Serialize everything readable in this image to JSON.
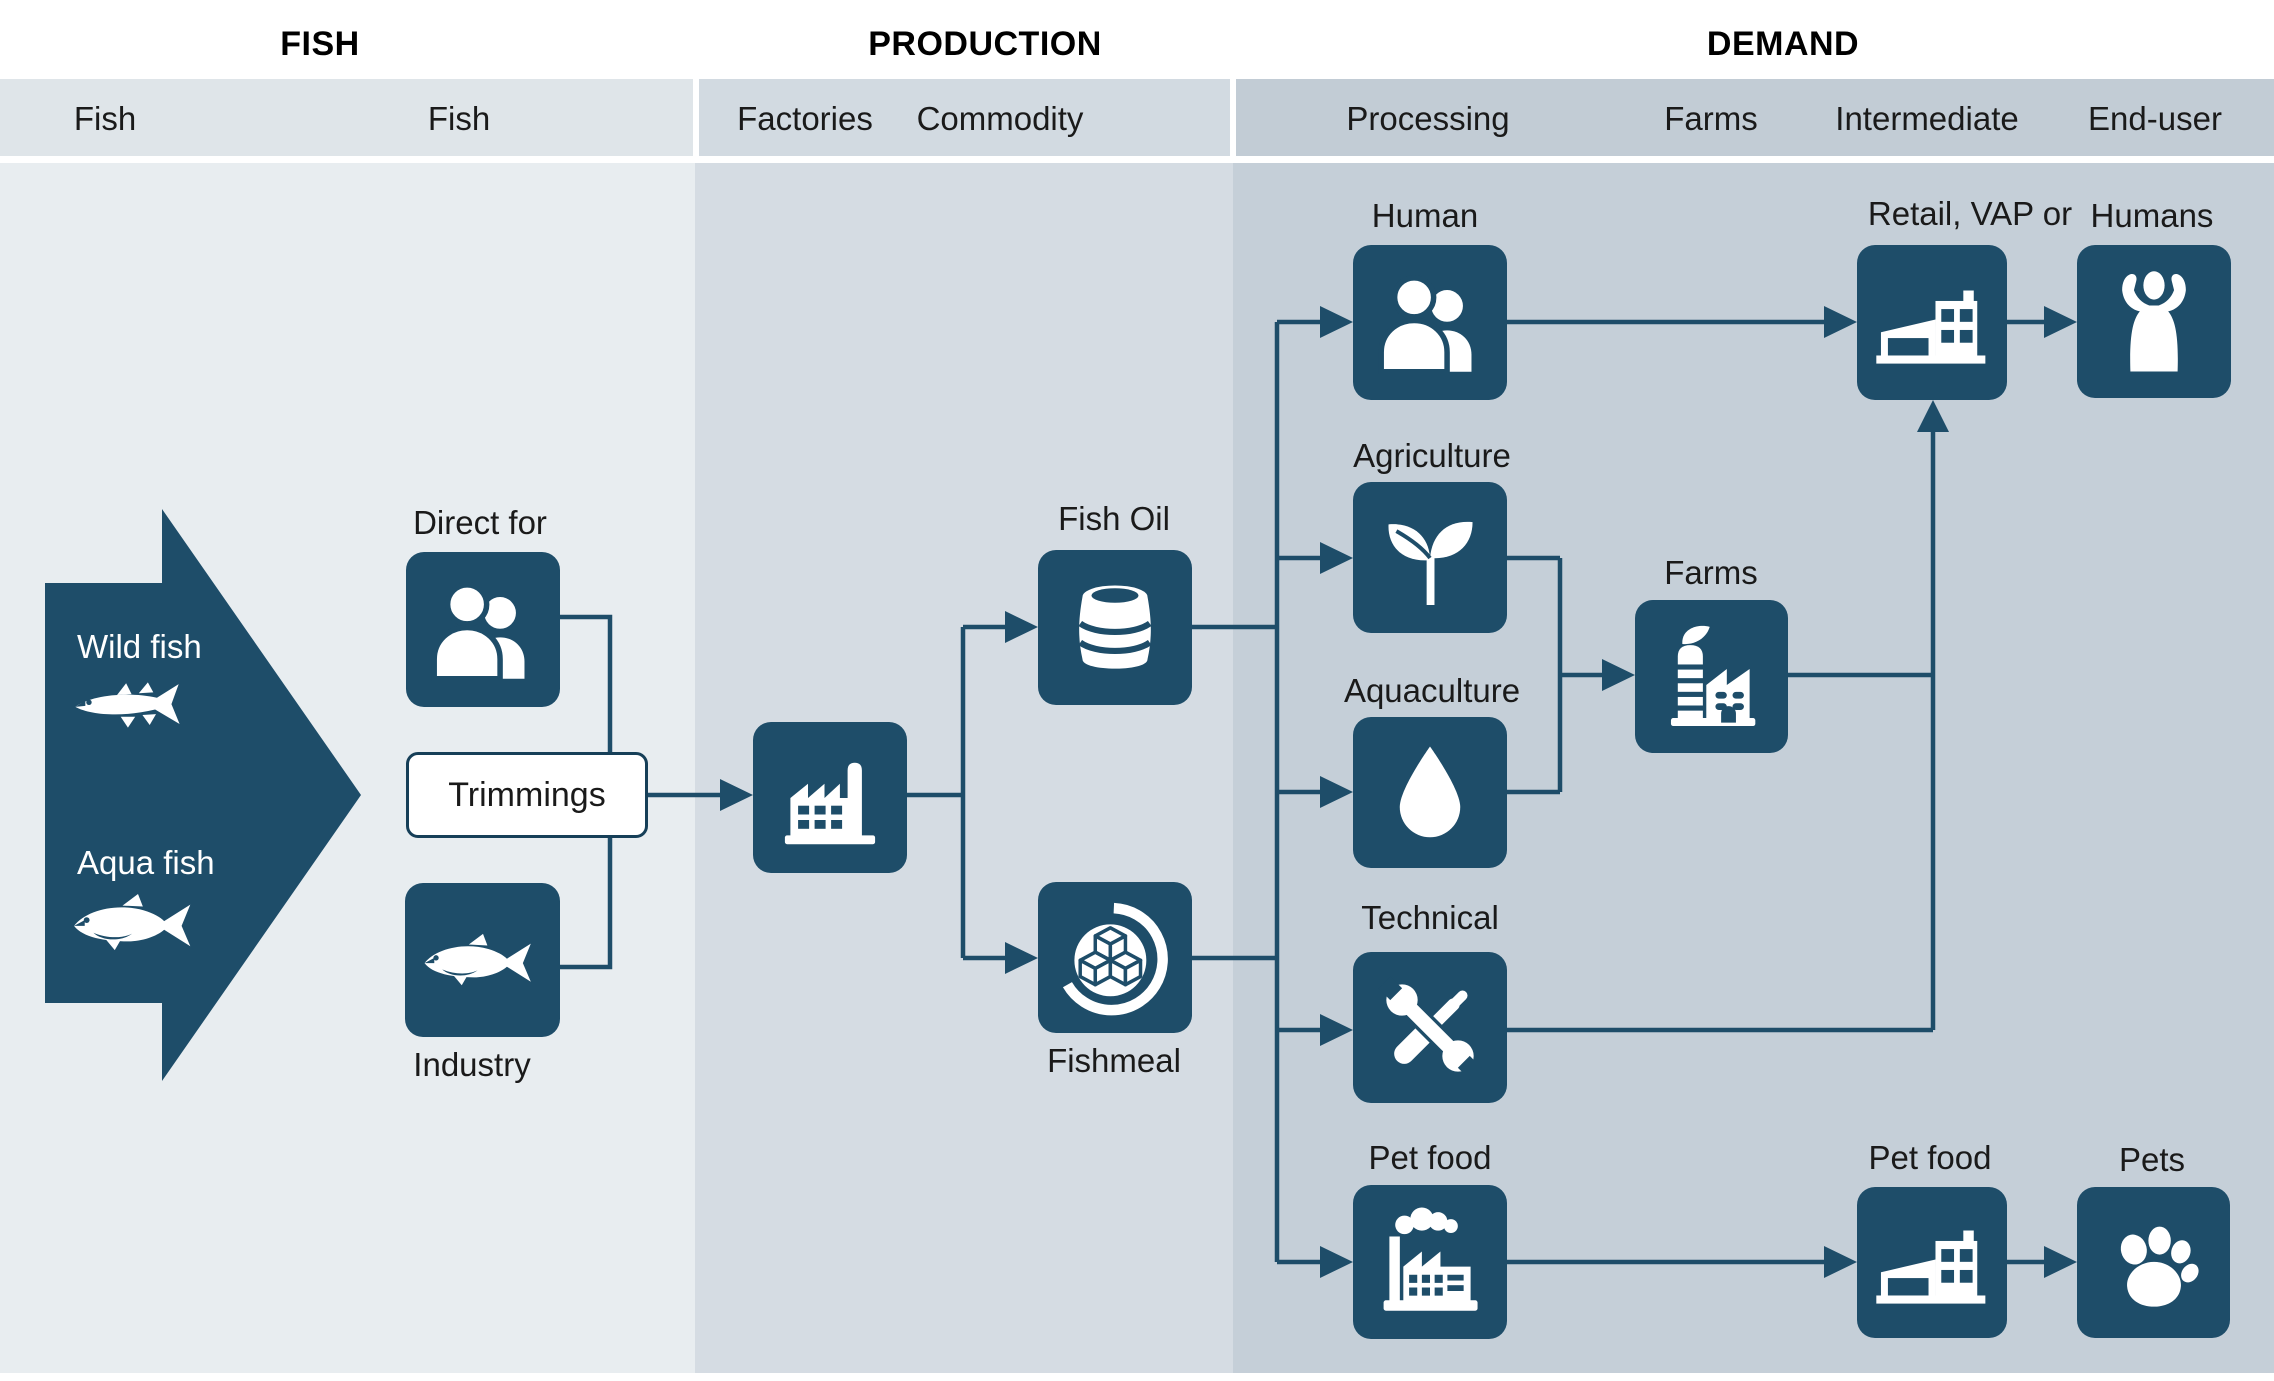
{
  "section_titles": {
    "fish": "FISH",
    "production": "PRODUCTION",
    "demand": "DEMAND"
  },
  "columns": {
    "c1": "Fish",
    "c2": "Fish",
    "c3": "Factories",
    "c4": "Commodity",
    "c5": "Processing",
    "c6": "Farms",
    "c7": "Intermediate",
    "c8": "End-user"
  },
  "source_arrow": {
    "wild": "Wild fish",
    "aqua": "Aqua fish"
  },
  "nodes": {
    "direct_for": "Direct for",
    "trimmings": "Trimmings",
    "industry": "Industry",
    "fish_oil": "Fish Oil",
    "fishmeal": "Fishmeal",
    "human": "Human",
    "agriculture": "Agriculture",
    "aquaculture": "Aquaculture",
    "technical": "Technical",
    "pet_food_processing": "Pet food",
    "farms": "Farms",
    "retail": "Retail, VAP or",
    "humans": "Humans",
    "pet_food_intermediate": "Pet food",
    "pets": "Pets"
  },
  "icons": {
    "wild_fish": "pike-fish-icon",
    "aqua_fish": "salmon-fish-icon",
    "direct_for": "people-icon",
    "industry": "fish-icon",
    "factories": "factory-icon",
    "fish_oil": "oil-barrel-icon",
    "fishmeal": "cubes-recycle-icon",
    "human": "people-icon",
    "agriculture": "sprout-icon",
    "aquaculture": "water-drop-icon",
    "technical": "tools-icon",
    "pet_food_processing": "factory-smoke-icon",
    "farms": "silo-barn-icon",
    "retail": "store-building-icon",
    "humans": "flexing-man-icon",
    "pet_food_intermediate": "store-building-icon",
    "pets": "paw-icon"
  },
  "colors": {
    "accent_blue": "#1e4d69",
    "fish_band": "#e8edf0",
    "fish_band_header": "#dfe5e9",
    "production_band": "#d5dce3",
    "production_band_header": "#d2dae1",
    "demand_band": "#c5cfd8",
    "demand_band_header": "#c2ccd5",
    "text": "#1a1a1a",
    "background": "#ffffff"
  }
}
